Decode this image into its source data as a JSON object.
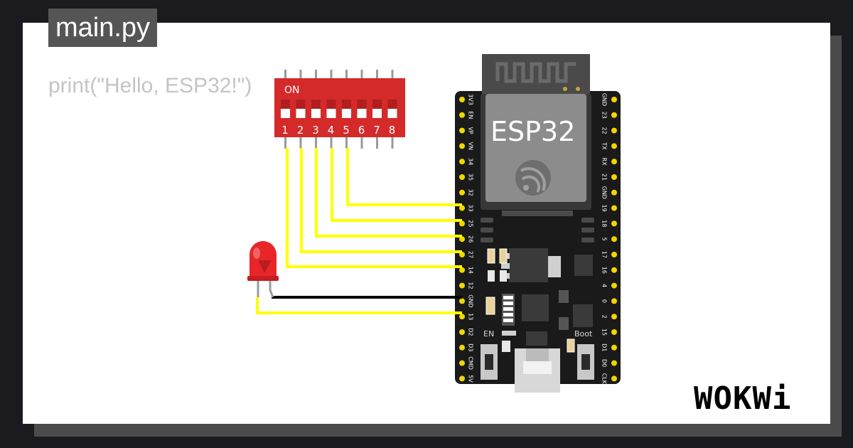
{
  "editor": {
    "filename": "main.py",
    "code_line": "print(\"Hello, ESP32!\")"
  },
  "dip_switch": {
    "on_label": "ON",
    "numbers": [
      "1",
      "2",
      "3",
      "4",
      "5",
      "6",
      "7",
      "8"
    ]
  },
  "esp32": {
    "title": "ESP32",
    "left_pins": [
      "3V3",
      "EN",
      "VP",
      "VN",
      "34",
      "35",
      "32",
      "33",
      "25",
      "26",
      "27",
      "14",
      "12",
      "GND",
      "13",
      "D2",
      "D3",
      "CMD",
      "5V"
    ],
    "right_pins": [
      "GND",
      "23",
      "22",
      "TX",
      "RX",
      "21",
      "GND",
      "19",
      "18",
      "5",
      "17",
      "16",
      "4",
      "0",
      "2",
      "15",
      "D1",
      "D0",
      "CLK"
    ],
    "en_label": "EN",
    "boot_label": "Boot"
  },
  "brand": {
    "logo_text": "WOKWi"
  },
  "colors": {
    "background": "#1b1b1f",
    "panel": "#ffffff",
    "wire_signal": "#ffff00",
    "wire_ground": "#000000",
    "dip_body": "#d42a2a",
    "led": "#e8262a",
    "board": "#1a1a1a",
    "pin_pad": "#f2d600"
  }
}
